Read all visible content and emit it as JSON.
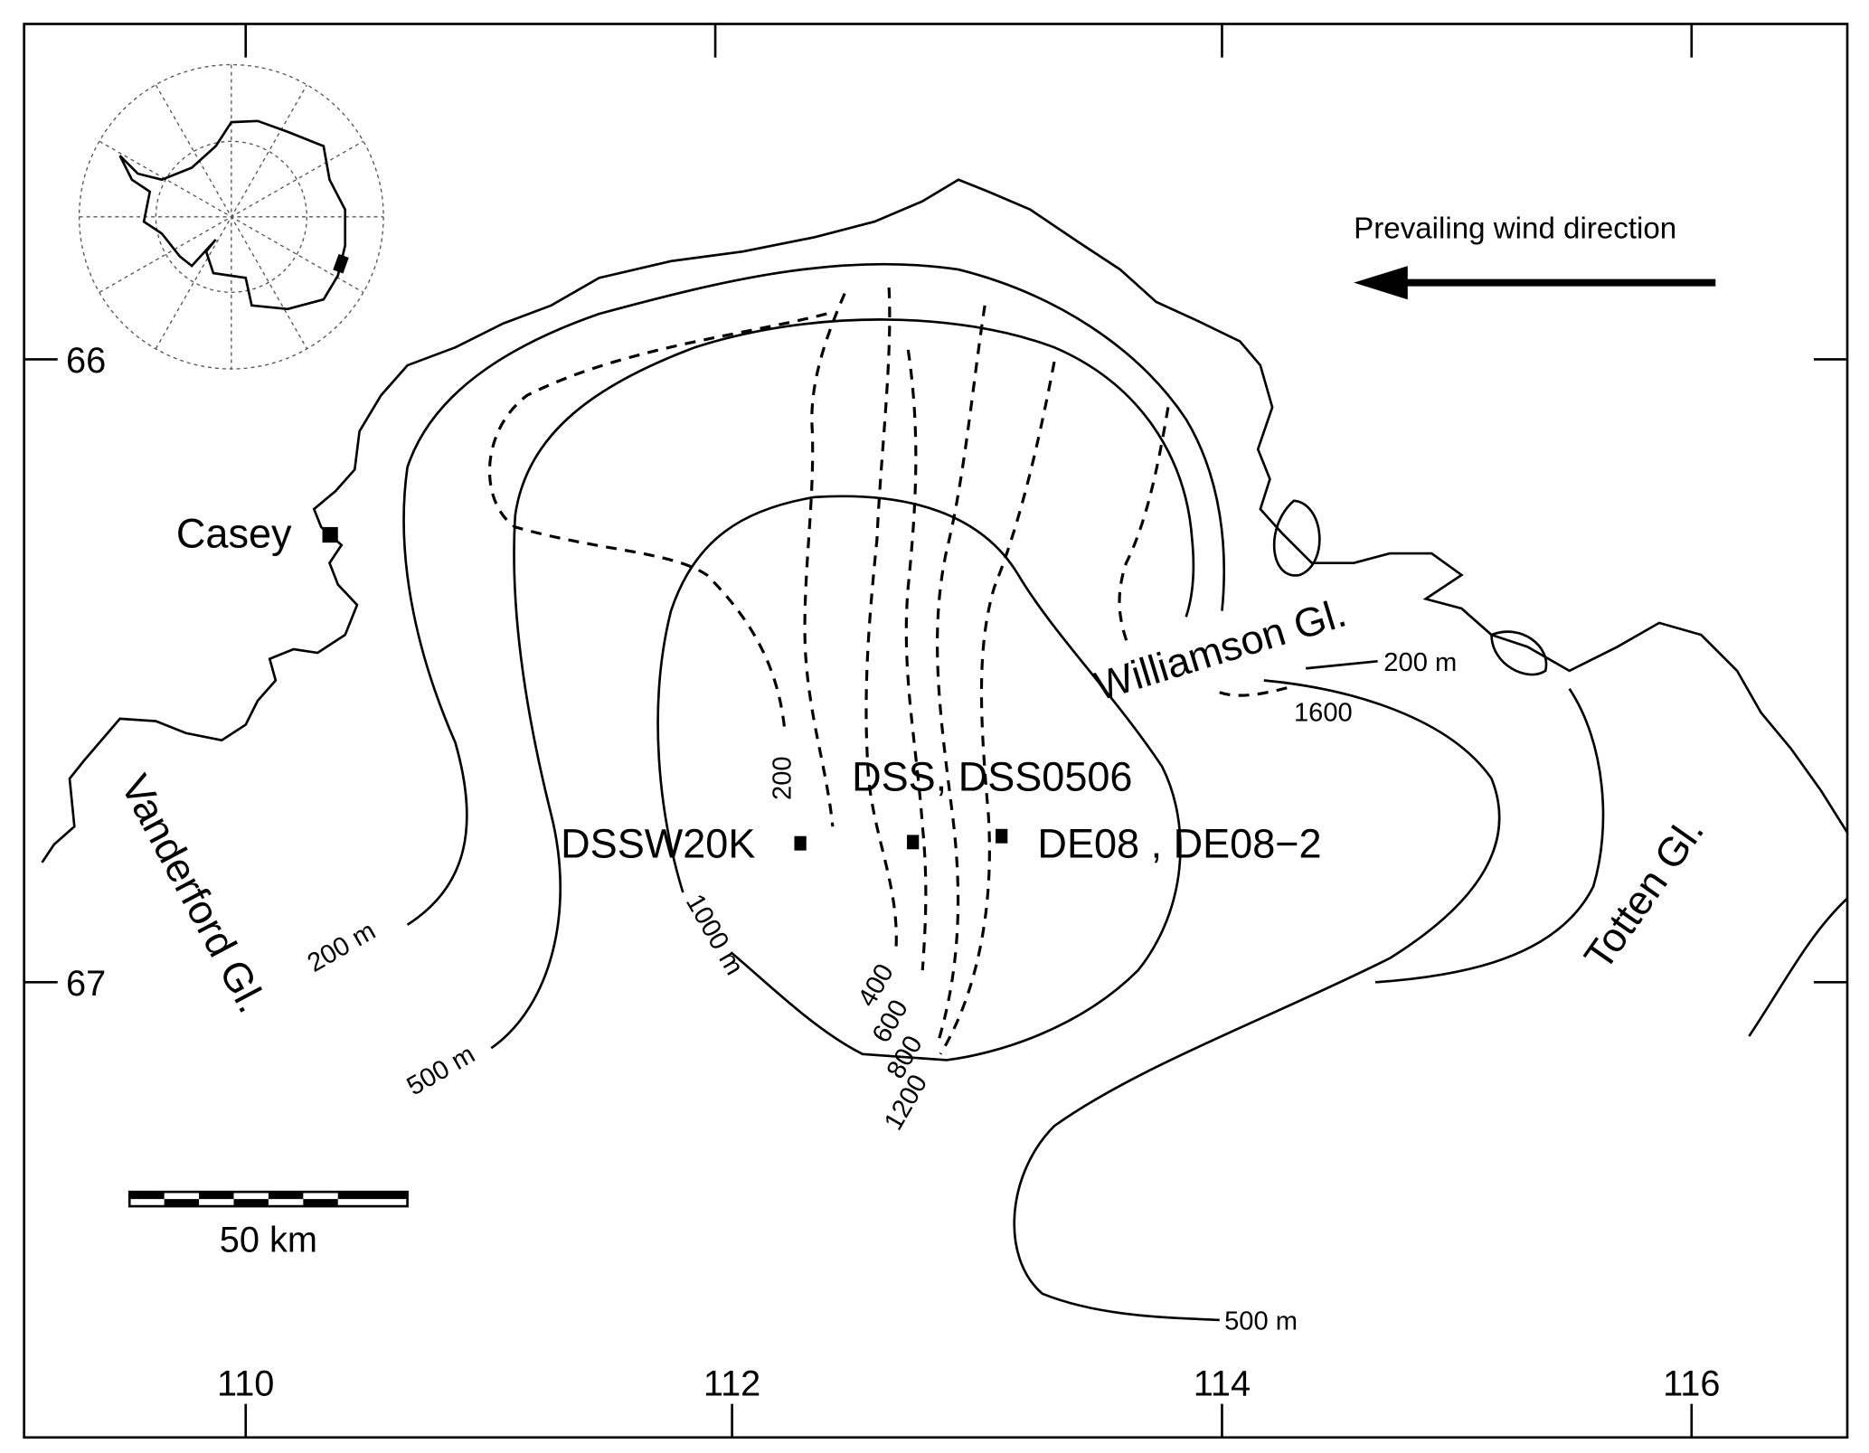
{
  "map": {
    "axes": {
      "longitude_ticks": [
        "110",
        "112",
        "114",
        "116"
      ],
      "latitude_ticks": [
        "66",
        "67"
      ]
    },
    "places": {
      "casey": "Casey",
      "vanderford": "Vanderford Gl.",
      "williamson": "Williamson Gl.",
      "totten": "Totten Gl."
    },
    "sites": {
      "dssw20k": "DSSW20K",
      "dss": "DSS, DSS0506",
      "de08": "DE08 , DE08−2"
    },
    "contour_labels": {
      "c200m_west": "200 m",
      "c500m_west": "500 m",
      "c1000m": "1000 m",
      "c200m_east": "200 m",
      "c500m_south": "500 m",
      "c1600": "1600",
      "d200": "200",
      "d400": "400",
      "d600": "600",
      "d800": "800",
      "d1200": "1200"
    },
    "wind_label": "Prevailing wind direction",
    "scale_label": "50 km"
  }
}
